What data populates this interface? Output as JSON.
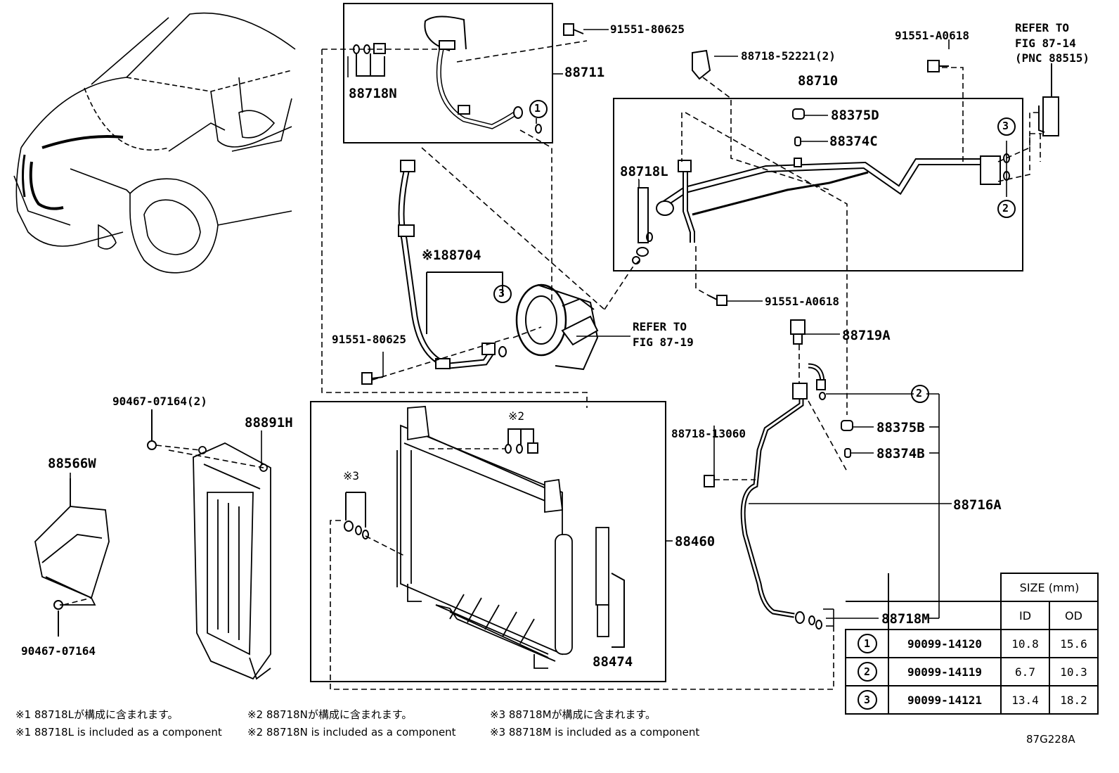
{
  "labels": {
    "p91551_80625_top": "91551-80625",
    "p88711": "88711",
    "p88718N": "88718N",
    "p88718_52221": "88718-52221(2)",
    "p91551_A0618_top": "91551-A0618",
    "refer_87_14": [
      "REFER TO",
      "FIG 87-14",
      "(PNC 88515)"
    ],
    "p88710": "88710",
    "p88375D": "88375D",
    "p88374C": "88374C",
    "p88718L": "88718L",
    "p88704": "※188704",
    "p91551_A0618_mid": "91551-A0618",
    "refer_87_19": [
      "REFER TO",
      "FIG 87-19"
    ],
    "p91551_80625_mid": "91551-80625",
    "p88719A": "88719A",
    "p90467_07164_2": "90467-07164(2)",
    "p88891H": "88891H",
    "p88566W": "88566W",
    "note2_mark": "※2",
    "note3_mark": "※3",
    "p88718_13060": "88718-13060",
    "p88375B": "88375B",
    "p88374B": "88374B",
    "p88716A": "88716A",
    "p88460": "88460",
    "p88474": "88474",
    "p88718M": "88718M",
    "p90467_07164": "90467-07164"
  },
  "callouts": [
    "1",
    "2",
    "3"
  ],
  "size_table": {
    "header_group": "SIZE (mm)",
    "col_id": "ID",
    "col_od": "OD",
    "rows": [
      {
        "ref": "1",
        "part": "90099-14120",
        "id": "10.8",
        "od": "15.6"
      },
      {
        "ref": "2",
        "part": "90099-14119",
        "id": "6.7",
        "od": "10.3"
      },
      {
        "ref": "3",
        "part": "90099-14121",
        "id": "13.4",
        "od": "18.2"
      }
    ]
  },
  "notes": {
    "jp1": "※1 88718Lが構成に含まれます。",
    "jp2": "※2 88718Nが構成に含まれます。",
    "jp3": "※3 88718Mが構成に含まれます。",
    "en1": "※1 88718L is included as a component",
    "en2": "※2 88718N is included as a component",
    "en3": "※3 88718M is included as a component"
  },
  "figure_id": "87G228A"
}
